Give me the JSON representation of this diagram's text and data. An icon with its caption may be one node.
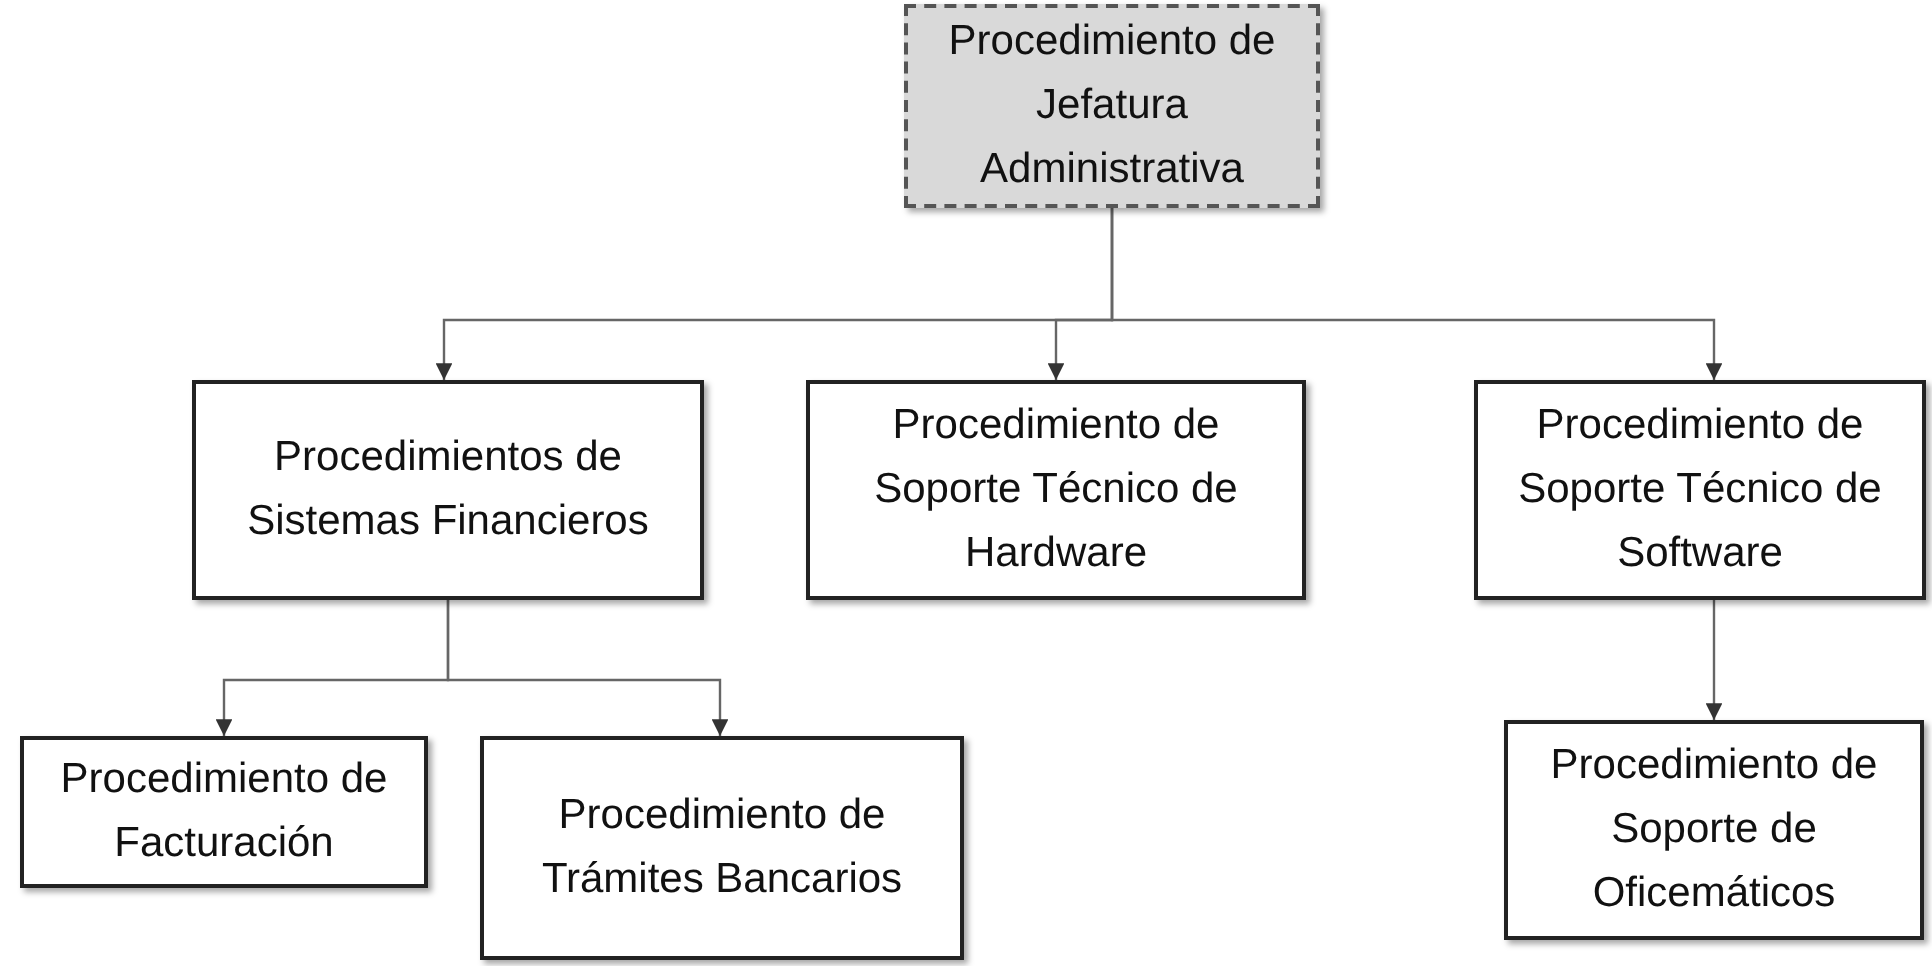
{
  "diagram": {
    "nodes": [
      {
        "text": [
          "Procedimiento de Jefatura Administrativa"
        ]
      },
      {
        "text": [
          "Procedimientos de Sistemas Financieros"
        ]
      },
      {
        "text": [
          "Procedimiento de Soporte Técnico de Hardware"
        ]
      },
      {
        "text": [
          "Procedimiento de Soporte Técnico de Software"
        ]
      },
      {
        "text": [
          "Procedimiento de Facturación"
        ]
      },
      {
        "text": [
          "Procedimiento de Trámites Bancarios"
        ]
      },
      {
        "text": [
          "Procedimiento de Soporte de Oficemáticos"
        ]
      }
    ],
    "edges": [
      {
        "from": 0,
        "to": 1,
        "arrow": "to"
      },
      {
        "from": 0,
        "to": 2,
        "arrow": "to"
      },
      {
        "from": 0,
        "to": 3,
        "arrow": "to"
      },
      {
        "from": 1,
        "to": 4,
        "arrow": "to"
      },
      {
        "from": 1,
        "to": 5,
        "arrow": "to"
      },
      {
        "from": 3,
        "to": 6,
        "arrow": "to"
      }
    ]
  }
}
